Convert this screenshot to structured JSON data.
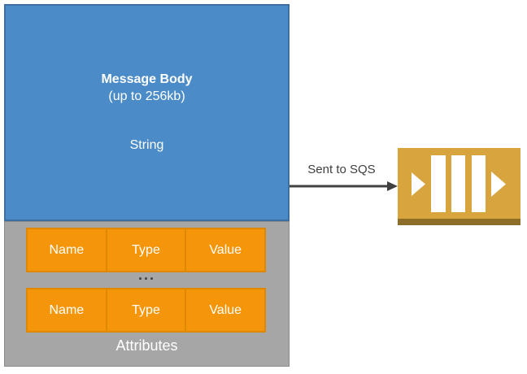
{
  "diagram": {
    "message_box": {
      "title": "Message Body",
      "subtitle": "(up to 256kb)",
      "body_type": "String"
    },
    "attributes": {
      "rows": [
        [
          "Name",
          "Type",
          "Value"
        ],
        [
          "Name",
          "Type",
          "Value"
        ]
      ],
      "ellipsis": "...",
      "label": "Attributes"
    },
    "flow": {
      "arrow_label": "Sent to SQS"
    },
    "icons": {
      "queue": "sqs-queue-icon"
    },
    "colors": {
      "message_box_fill": "#4B8CC8",
      "message_box_border": "#3A6F9F",
      "attributes_fill": "#A6A6A6",
      "attribute_cell_fill": "#F5960A",
      "attribute_cell_border": "#E08700",
      "queue_fill": "#D8A43E",
      "queue_base": "#8C6E28",
      "arrow": "#404040",
      "text_light": "#FFFFFF",
      "text_dark": "#3F3F3F"
    }
  }
}
